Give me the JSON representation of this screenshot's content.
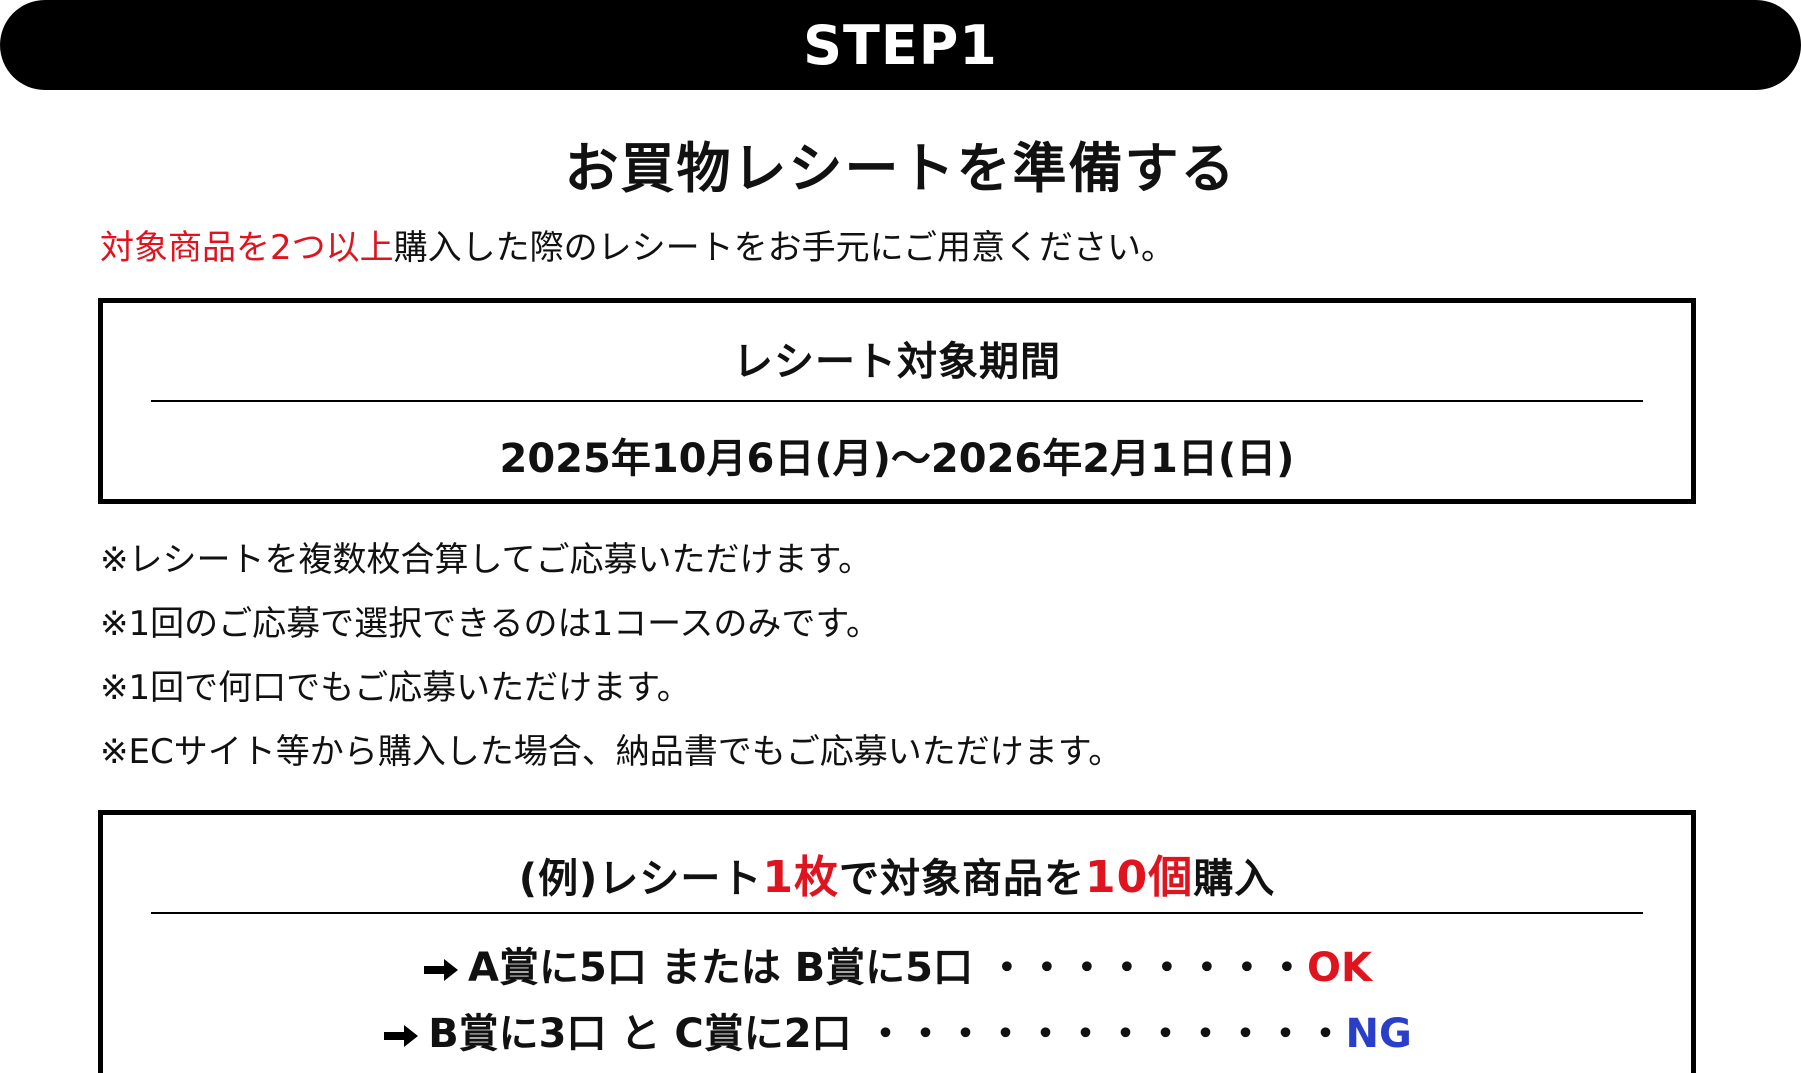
{
  "step": {
    "label": "STEP1"
  },
  "heading": "お買物レシートを準備する",
  "intro": {
    "highlight": "対象商品を2つ以上",
    "rest": "購入した際のレシートをお手元にご用意ください。"
  },
  "period_box": {
    "title": "レシート対象期間",
    "value": "2025年10月6日(月)～2026年2月1日(日)"
  },
  "notes": [
    "※レシートを複数枚合算してご応募いただけます。",
    "※1回のご応募で選択できるのは1コースのみです。",
    "※1回で何口でもご応募いただけます。",
    "※ECサイト等から購入した場合、納品書でもご応募いただけます。"
  ],
  "example_box": {
    "title_part1": "(例)レシート",
    "title_part2": "1枚",
    "title_part3": "で対象商品を",
    "title_part4": "10個",
    "title_part5": "購入",
    "line1": {
      "text": "A賞に5口 または B賞に5口 ・・・・・・・・",
      "result": "OK"
    },
    "line2": {
      "text": "B賞に3口 と C賞に2口 ・・・・・・・・・・・・",
      "result": "NG"
    }
  },
  "colors": {
    "accent_red": "#e0141e",
    "accent_blue": "#2a3fc9",
    "bar": "#000000"
  },
  "icons": {
    "bullet_arrow": "arrow-right-icon"
  }
}
